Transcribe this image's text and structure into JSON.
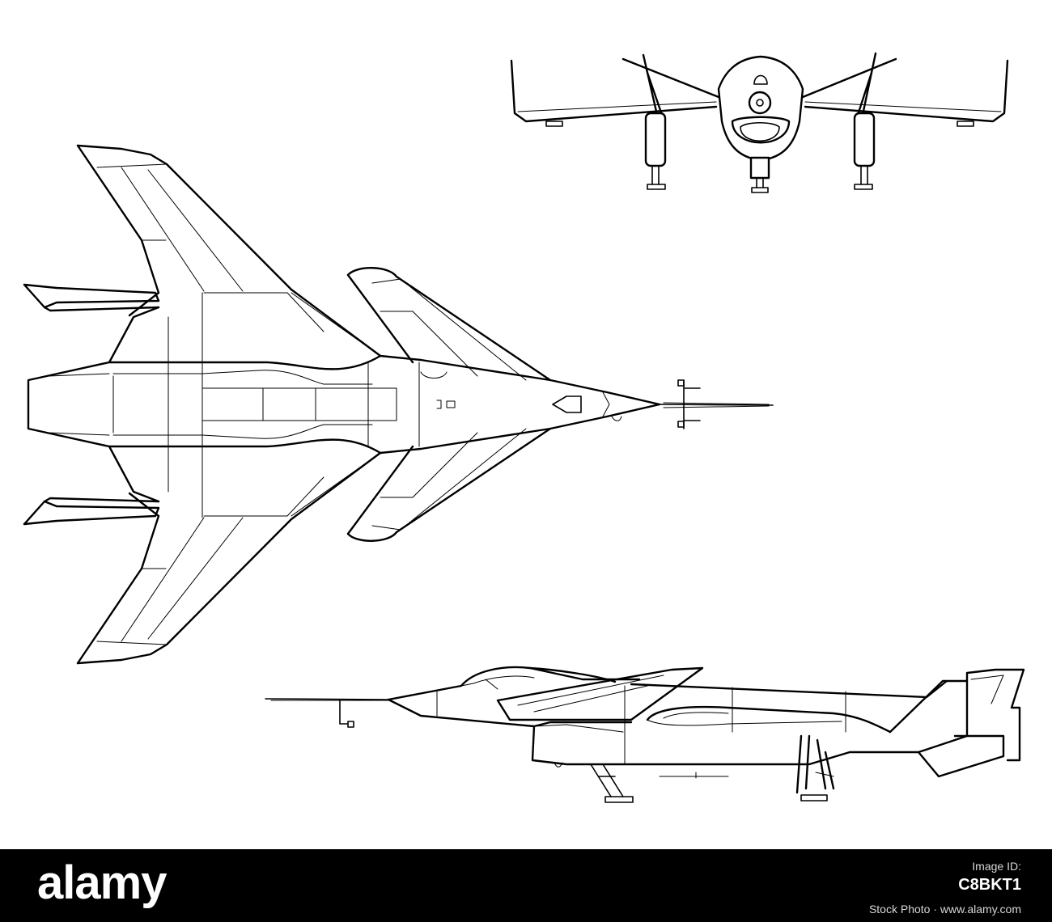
{
  "footer": {
    "brand": "alamy",
    "stock_label": "Stock Photo",
    "image_id_label": "Image ID:",
    "image_id": "C8BKT1",
    "site": "www.alamy.com"
  },
  "colors": {
    "line": "#000000",
    "background": "#ffffff",
    "footer_bg": "#000000"
  }
}
